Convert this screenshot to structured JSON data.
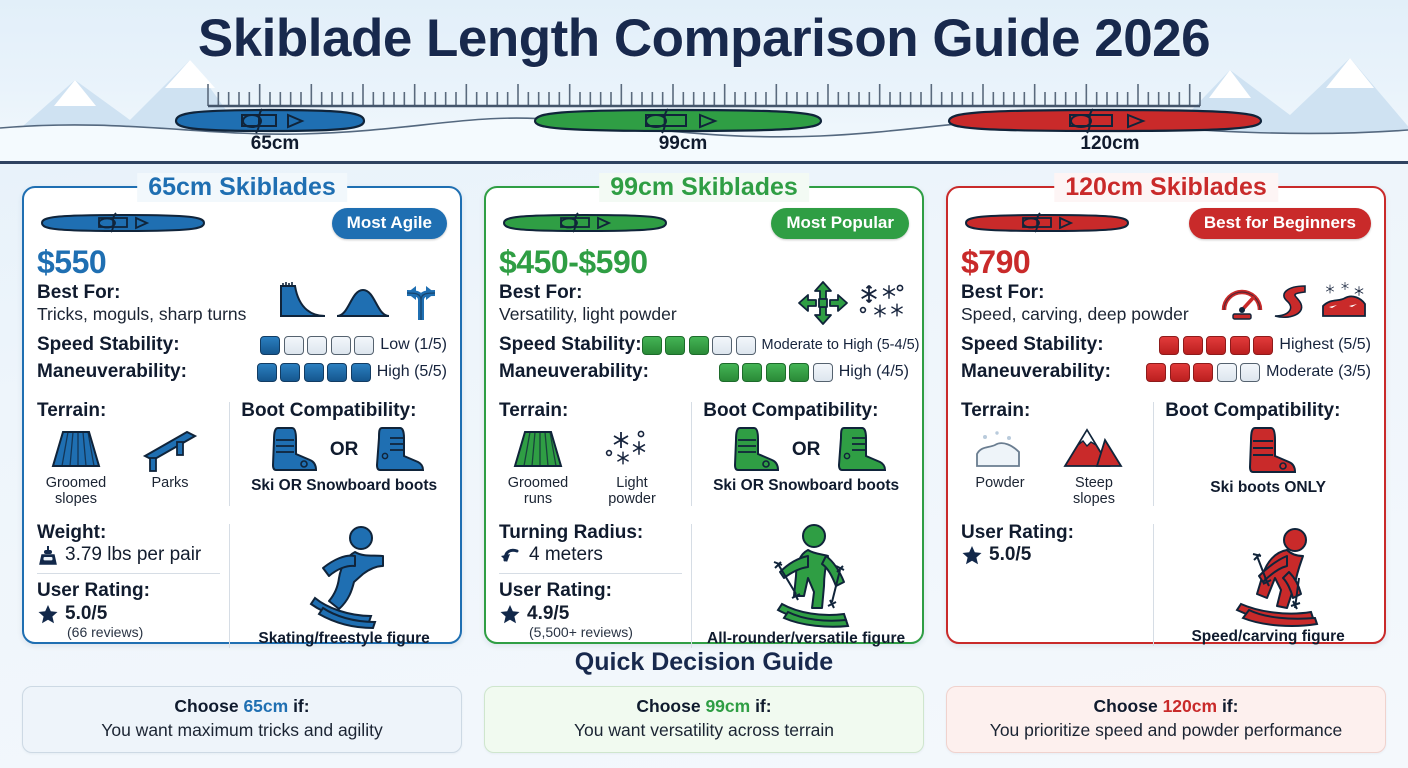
{
  "header": {
    "title": "Skiblade Length Comparison Guide 2026",
    "skis": [
      {
        "label": "65cm",
        "color": "#1f6fb2"
      },
      {
        "label": "99cm",
        "color": "#2f9e44"
      },
      {
        "label": "120cm",
        "color": "#c92a2a"
      }
    ]
  },
  "labels": {
    "best_for": "Best For:",
    "speed_stability": "Speed Stability:",
    "maneuverability": "Maneuverability:",
    "terrain": "Terrain:",
    "boot_compatibility": "Boot Compatibility:",
    "weight": "Weight:",
    "turning_radius": "Turning Radius:",
    "user_rating": "User Rating:",
    "or": "OR"
  },
  "cards": [
    {
      "title": "65cm Skiblades",
      "accent": "#1f6fb2",
      "badge": "Most Agile",
      "price": "$550",
      "best_for": "Tricks, moguls, sharp turns",
      "best_for_icons": [
        "ski-jump-icon",
        "mogul-icon",
        "sharp-turn-arrows-icon"
      ],
      "speed_stability": {
        "filled": 1,
        "total": 5,
        "text": "Low (1/5)"
      },
      "maneuverability": {
        "filled": 5,
        "total": 5,
        "text": "High (5/5)"
      },
      "terrain": [
        {
          "icon": "groomed-slope-icon",
          "caption": "Groomed slopes"
        },
        {
          "icon": "park-rail-icon",
          "caption": "Parks"
        }
      ],
      "boots": {
        "icons": [
          "ski-boot-icon",
          "snowboard-boot-icon"
        ],
        "caption": "Ski OR Snowboard boots"
      },
      "weight": "3.79 lbs per pair",
      "turning_radius": null,
      "rating": "5.0/5",
      "reviews": "(66 reviews)",
      "figure_caption": "Skating/freestyle figure",
      "figure_icon": "skating-freestyle-figure-icon"
    },
    {
      "title": "99cm Skiblades",
      "accent": "#2f9e44",
      "badge": "Most Popular",
      "price": "$450-$590",
      "best_for": "Versatility, light powder",
      "best_for_icons": [
        "four-way-arrows-icon",
        "snowflakes-icon"
      ],
      "speed_stability": {
        "filled": 3,
        "total": 5,
        "text": "Moderate to High (5-4/5)"
      },
      "maneuverability": {
        "filled": 4,
        "total": 5,
        "text": "High (4/5)"
      },
      "terrain": [
        {
          "icon": "groomed-slope-icon",
          "caption": "Groomed runs"
        },
        {
          "icon": "snowflakes-icon",
          "caption": "Light powder"
        }
      ],
      "boots": {
        "icons": [
          "ski-boot-icon",
          "snowboard-boot-icon"
        ],
        "caption": "Ski OR Snowboard boots"
      },
      "weight": null,
      "turning_radius": "4 meters",
      "rating": "4.9/5",
      "reviews": "(5,500+ reviews)",
      "figure_caption": "All-rounder/versatile figure",
      "figure_icon": "all-rounder-figure-icon"
    },
    {
      "title": "120cm Skiblades",
      "accent": "#c92a2a",
      "badge": "Best for Beginners",
      "price": "$790",
      "best_for": "Speed, carving, deep powder",
      "best_for_icons": [
        "speedometer-icon",
        "carving-s-curve-icon",
        "powder-mound-icon"
      ],
      "speed_stability": {
        "filled": 5,
        "total": 5,
        "text": "Highest (5/5)"
      },
      "maneuverability": {
        "filled": 3,
        "total": 5,
        "text": "Moderate (3/5)"
      },
      "terrain": [
        {
          "icon": "powder-cloud-icon",
          "caption": "Powder"
        },
        {
          "icon": "steep-mountain-icon",
          "caption": "Steep slopes"
        }
      ],
      "boots": {
        "icons": [
          "ski-boot-icon"
        ],
        "caption": "Ski boots ONLY"
      },
      "weight": null,
      "turning_radius": null,
      "rating": "5.0/5",
      "reviews": null,
      "figure_caption": "Speed/carving figure",
      "figure_icon": "speed-carving-figure-icon"
    }
  ],
  "quick_decision": {
    "title": "Quick Decision Guide",
    "items": [
      {
        "pre": "Choose ",
        "accent": "65cm",
        "post": " if:",
        "body": "You want maximum tricks and agility"
      },
      {
        "pre": "Choose ",
        "accent": "99cm",
        "post": " if:",
        "body": "You want versatility across terrain"
      },
      {
        "pre": "Choose ",
        "accent": "120cm",
        "post": " if:",
        "body": "You prioritize speed and powder performance"
      }
    ]
  }
}
